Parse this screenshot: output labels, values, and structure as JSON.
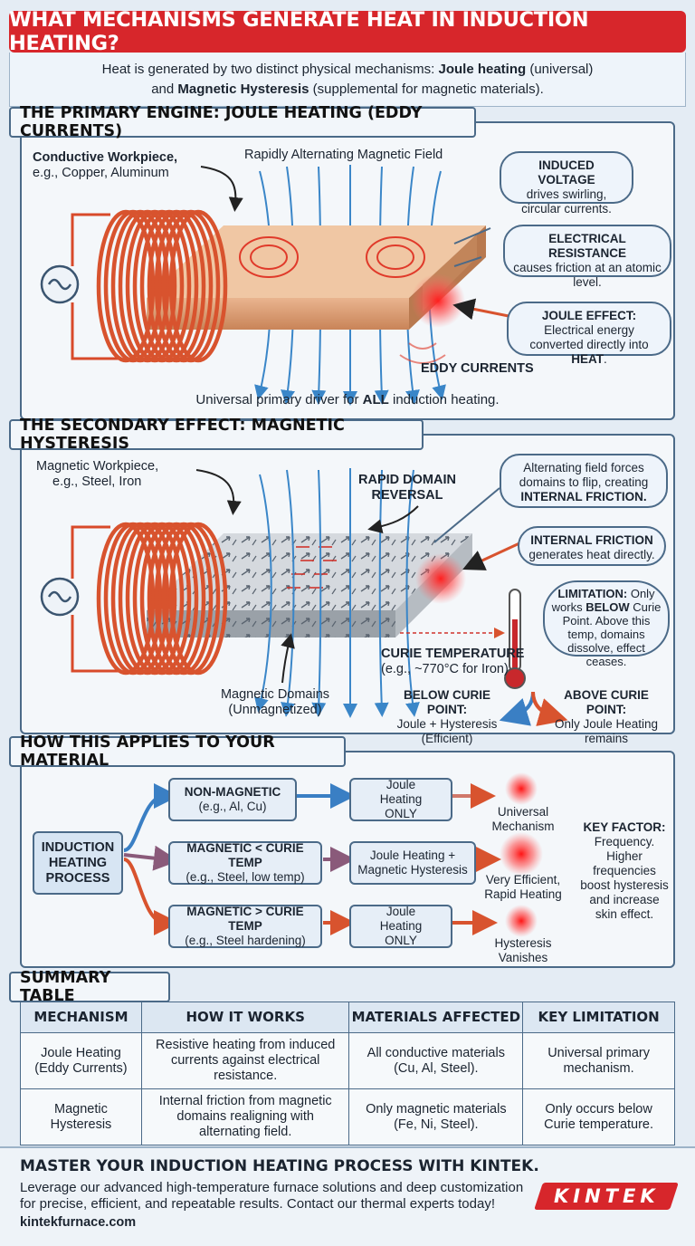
{
  "header": {
    "title": "WHAT MECHANISMS GENERATE HEAT IN INDUCTION HEATING?"
  },
  "intro": {
    "line1_pre": "Heat is generated by two distinct physical mechanisms: ",
    "line1_b": "Joule heating",
    "line1_post": " (universal)",
    "line2_pre": "and ",
    "line2_b": "Magnetic Hysteresis",
    "line2_post": " (supplemental for magnetic materials)."
  },
  "joule": {
    "title": "THE PRIMARY ENGINE: JOULE HEATING (EDDY CURRENTS)",
    "workpiece_title": "Conductive Workpiece,",
    "workpiece_sub": "e.g., Copper, Aluminum",
    "field_label": "Rapidly Alternating Magnetic Field",
    "bubble1_title": "INDUCED VOLTAGE",
    "bubble1_text": "drives swirling, circular currents.",
    "bubble2_title": "ELECTRICAL RESISTANCE",
    "bubble2_text": "causes friction at an atomic level.",
    "bubble3_title": "JOULE EFFECT:",
    "bubble3_text": "Electrical energy converted directly into",
    "bubble3_bold": "HEAT",
    "eddy_label": "EDDY CURRENTS",
    "caption_pre": "Universal primary driver for ",
    "caption_b": "ALL",
    "caption_post": " induction heating."
  },
  "hysteresis": {
    "title": "THE SECONDARY EFFECT: MAGNETIC HYSTERESIS",
    "workpiece_title": "Magnetic Workpiece,",
    "workpiece_sub": "e.g., Steel, Iron",
    "rapid_label_1": "RAPID DOMAIN",
    "rapid_label_2": "REVERSAL",
    "bubble1_text": "Alternating field forces domains to flip, creating",
    "bubble1_bold": "INTERNAL FRICTION.",
    "bubble2_title": "INTERNAL FRICTION",
    "bubble2_text": "generates heat directly.",
    "bubble3_title": "LIMITATION:",
    "bubble3_pre": "Only works",
    "bubble3_bold": "BELOW",
    "bubble3_post": "Curie Point. Above this temp, domains dissolve, effect ceases.",
    "curie_title": "CURIE TEMPERATURE",
    "curie_sub": "(e.g., ~770°C for Iron)",
    "domains_label_1": "Magnetic Domains",
    "domains_label_2": "(Unmagnetized)",
    "below_title": "BELOW CURIE POINT:",
    "below_1": "Joule + Hysteresis",
    "below_2": "(Efficient)",
    "above_title": "ABOVE CURIE POINT:",
    "above_1": "Only Joule Heating",
    "above_2": "remains"
  },
  "applies": {
    "title": "HOW THIS APPLIES TO YOUR MATERIAL",
    "process_label": "INDUCTION HEATING PROCESS",
    "rows": [
      {
        "type": "NON-MAGNETIC",
        "example": "(e.g., Al, Cu)",
        "result": "Joule Heating ONLY",
        "outcome_1": "Universal",
        "outcome_2": "Mechanism"
      },
      {
        "type": "MAGNETIC < CURIE TEMP",
        "example": "(e.g., Steel, low temp)",
        "result": "Joule Heating + Magnetic Hysteresis",
        "outcome_1": "Very Efficient,",
        "outcome_2": "Rapid Heating"
      },
      {
        "type": "MAGNETIC > CURIE TEMP",
        "example": "(e.g., Steel hardening)",
        "result": "Joule Heating ONLY",
        "outcome_1": "Hysteresis",
        "outcome_2": "Vanishes"
      }
    ],
    "key_title": "KEY FACTOR:",
    "key_text": "Frequency. Higher frequencies boost hysteresis and increase skin effect."
  },
  "summary": {
    "title": "SUMMARY TABLE",
    "headers": [
      "MECHANISM",
      "HOW IT WORKS",
      "MATERIALS AFFECTED",
      "KEY LIMITATION"
    ],
    "rows": [
      [
        "Joule Heating (Eddy Currents)",
        "Resistive heating from induced currents against electrical resistance.",
        "All conductive materials (Cu, Al, Steel).",
        "Universal primary mechanism."
      ],
      [
        "Magnetic Hysteresis",
        "Internal friction from magnetic domains realigning with alternating field.",
        "Only magnetic materials (Fe, Ni, Steel).",
        "Only occurs below Curie temperature."
      ]
    ]
  },
  "footer": {
    "title": "MASTER YOUR INDUCTION HEATING PROCESS WITH KINTEK.",
    "line1": "Leverage our advanced high-temperature furnace solutions and deep customization",
    "line2": "for precise, efficient, and repeatable results. Contact our thermal experts today!",
    "url": "kintekfurnace.com",
    "logo": "KINTEK"
  }
}
